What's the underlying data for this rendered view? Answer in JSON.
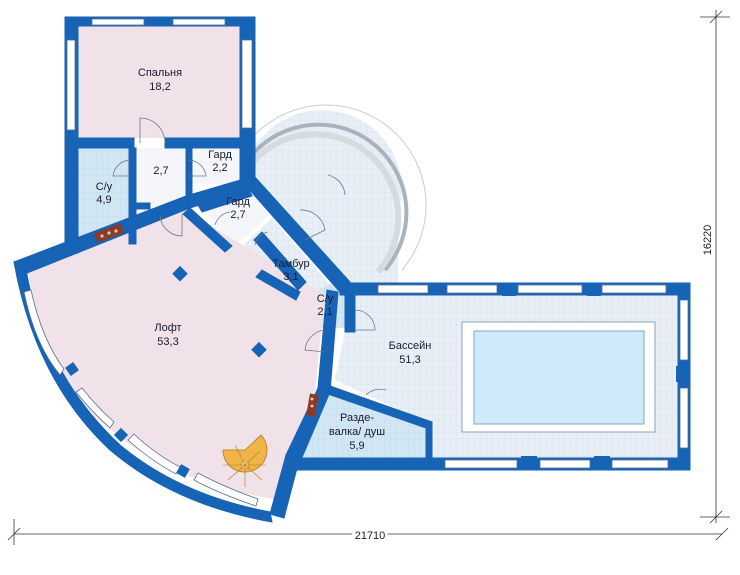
{
  "colors": {
    "wall": "#1763b5",
    "pink_floor": "#f1e1e8",
    "tile_floor": "#e6eef6",
    "wet_floor": "#cfe5f2",
    "pool_water": "#cfeaf8",
    "stair": "#f0b54a",
    "brick": "#8b3a2a"
  },
  "rooms": [
    {
      "id": "spalnya",
      "name": "Спальня",
      "area": "18,2"
    },
    {
      "id": "su1",
      "name": "С/у",
      "area": "4,9"
    },
    {
      "id": "hall",
      "name": "",
      "area": "2,7"
    },
    {
      "id": "gard1",
      "name": "Гард",
      "area": "2,2"
    },
    {
      "id": "gard2",
      "name": "Гард",
      "area": "2,7"
    },
    {
      "id": "tambur",
      "name": "Тамбур",
      "area": "3,1"
    },
    {
      "id": "su2",
      "name": "С/у",
      "area": "2,1"
    },
    {
      "id": "loft",
      "name": "Лофт",
      "area": "53,3"
    },
    {
      "id": "bassein",
      "name": "Бассейн",
      "area": "51,3"
    },
    {
      "id": "razdevalka",
      "name": "Разде-",
      "name2": "валка/ душ",
      "area": "5,9"
    }
  ],
  "dimensions": {
    "width": "21710",
    "height": "16220"
  }
}
